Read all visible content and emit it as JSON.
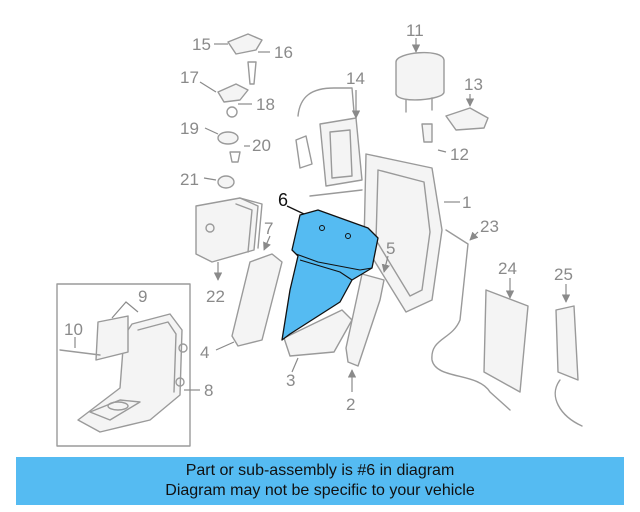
{
  "diagram": {
    "highlight_part": "6",
    "highlight_color": "#55bbf2",
    "line_color": "#9a9a9a",
    "callouts": [
      "1",
      "2",
      "3",
      "4",
      "5",
      "6",
      "7",
      "8",
      "9",
      "10",
      "11",
      "12",
      "13",
      "14",
      "15",
      "16",
      "17",
      "18",
      "19",
      "20",
      "21",
      "22",
      "23",
      "24",
      "25"
    ]
  },
  "banner": {
    "line1": "Part or sub-assembly is #6 in diagram",
    "line2": "Diagram may not be specific to your vehicle",
    "background": "#55bbf2"
  }
}
